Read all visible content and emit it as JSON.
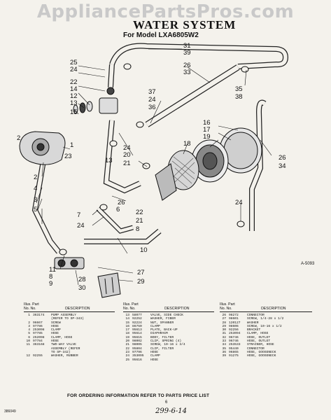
{
  "watermark": "AppliancePartsPros.com",
  "title": "WATER SYSTEM",
  "subtitle": "For Model LXA6805W2",
  "drawing_code": "A-5093",
  "callouts": [
    "31",
    "39",
    "25",
    "24",
    "22",
    "14",
    "12",
    "13",
    "15",
    "2",
    "1",
    "23",
    "2",
    "4",
    "3",
    "5",
    "26",
    "33",
    "37",
    "24",
    "36",
    "35",
    "38",
    "16",
    "17",
    "19",
    "18",
    "20",
    "21",
    "24",
    "26",
    "7",
    "24",
    "6",
    "22",
    "21",
    "8",
    "26",
    "34",
    "24",
    "10",
    "11",
    "8",
    "27",
    "28",
    "29",
    "30",
    "9",
    "13"
  ],
  "parts_header": {
    "illus": "Illus.",
    "part": "Part",
    "no": "No.",
    "part_no": "No.",
    "description": "DESCRIPTION"
  },
  "parts_columns": [
    [
      {
        "n": "1",
        "p": "363174",
        "d": "PUMP ASSEMBLY"
      },
      {
        "n": "",
        "p": "",
        "d": "(REFER TO SP-343)"
      },
      {
        "n": "2",
        "p": "96667",
        "d": "SCREW"
      },
      {
        "n": "3",
        "p": "97786",
        "d": "HOSE"
      },
      {
        "n": "4",
        "p": "253098",
        "d": "CLAMP"
      },
      {
        "n": "5",
        "p": "97785",
        "d": "HOSE"
      },
      {
        "n": "6",
        "p": "252098",
        "d": "CLAMP, HOSE"
      },
      {
        "n": "10",
        "p": "97784",
        "d": "HOSE"
      },
      {
        "n": "11",
        "p": "363168",
        "d": "TWO-WAY VALVE"
      },
      {
        "n": "",
        "p": "",
        "d": "ASSEMBLY (REFER"
      },
      {
        "n": "",
        "p": "",
        "d": "TO SP-342)"
      },
      {
        "n": "12",
        "p": "92255",
        "d": "WASHER, RUBBER"
      }
    ],
    [
      {
        "n": "13",
        "p": "58077",
        "d": "VALVE, SIDE CHECK"
      },
      {
        "n": "14",
        "p": "92252",
        "d": "WASHER, FIBER"
      },
      {
        "n": "15",
        "p": "92224",
        "d": "NUT, SPANNER"
      },
      {
        "n": "16",
        "p": "86750",
        "d": "CLAMP"
      },
      {
        "n": "17",
        "p": "95613",
        "d": "PLATE, BACK-UP"
      },
      {
        "n": "18",
        "p": "95614",
        "d": "DIAPHRAGM"
      },
      {
        "n": "19",
        "p": "95615",
        "d": "BODY, FILTER"
      },
      {
        "n": "20",
        "p": "98002",
        "d": "CLIP, SPRING (4)"
      },
      {
        "n": "21",
        "p": "98005",
        "d": "SCREW, 10-16 x 3/4"
      },
      {
        "n": "22",
        "p": "95804",
        "d": "CLIP, FILTER"
      },
      {
        "n": "23",
        "p": "97796",
        "d": "HOSE"
      },
      {
        "n": "24",
        "p": "353095",
        "d": "CLAMP"
      },
      {
        "n": "25",
        "p": "95616",
        "d": "HOSE"
      }
    ],
    [
      {
        "n": "26",
        "p": "98272",
        "d": "CONNECTOR"
      },
      {
        "n": "27",
        "p": "98601",
        "d": "SCREW, 1/4-28 x 1/2"
      },
      {
        "n": "28",
        "p": "120127",
        "d": "WASHER"
      },
      {
        "n": "29",
        "p": "98606",
        "d": "SCREW, 10-16 x 1/2"
      },
      {
        "n": "30",
        "p": "92256",
        "d": "BRACKET"
      },
      {
        "n": "31",
        "p": "253094",
        "d": "CLAMP, HOSE"
      },
      {
        "n": "32",
        "p": "96746",
        "d": "HOSE, OUTLET"
      },
      {
        "n": "33",
        "p": "96746",
        "d": "HOSE, OUTLET"
      },
      {
        "n": "34",
        "p": "253533",
        "d": "STRAINER, HOSE"
      },
      {
        "n": "35",
        "p": "95440",
        "d": "CONNECTOR"
      },
      {
        "n": "36",
        "p": "96865",
        "d": "HOSE, GOOSENECK"
      },
      {
        "n": "39",
        "p": "91275",
        "d": "HOSE, GOOSENECK"
      }
    ]
  ],
  "footer": "FOR ORDERING INFORMATION REFER TO PARTS PRICE LIST",
  "page_number": "6",
  "handwritten_note": "299-6-14",
  "doc_number": "386049"
}
